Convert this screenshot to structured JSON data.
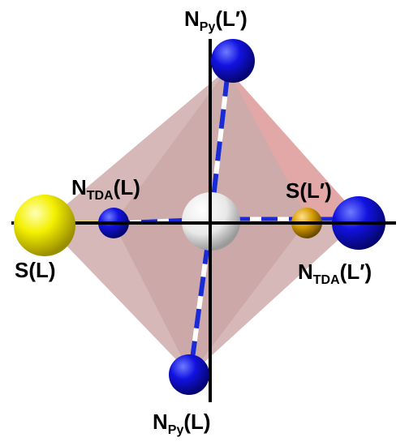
{
  "labels": {
    "n_py_top": {
      "main": "N",
      "sub": "Py",
      "suffix": "(L′)"
    },
    "n_tda_left": {
      "main": "N",
      "sub": "TDA",
      "suffix": "(L)"
    },
    "s_right": {
      "main": "S",
      "sub": "",
      "suffix": "(L′)"
    },
    "s_left": {
      "main": "S",
      "sub": "",
      "suffix": "(L)"
    },
    "n_tda_right": {
      "main": "N",
      "sub": "TDA",
      "suffix": "(L′)"
    },
    "n_py_bottom": {
      "main": "N",
      "sub": "Py",
      "suffix": "(L)"
    }
  },
  "colors": {
    "polyhedron_fill": "#b98585",
    "polyhedron_face_light": "#e69a9a",
    "axis": "#000000",
    "sulfur": "#f2ee00",
    "sulfur_right": "#d49a00",
    "nitrogen": "#1010d8",
    "metal": "#eeeeee",
    "bond_dash": "#1a2ad6"
  },
  "atoms": [
    "S(L)",
    "N_TDA(L)",
    "Metal",
    "S(L')",
    "N_TDA(L')",
    "N_Py(L')",
    "N_Py(L)"
  ]
}
